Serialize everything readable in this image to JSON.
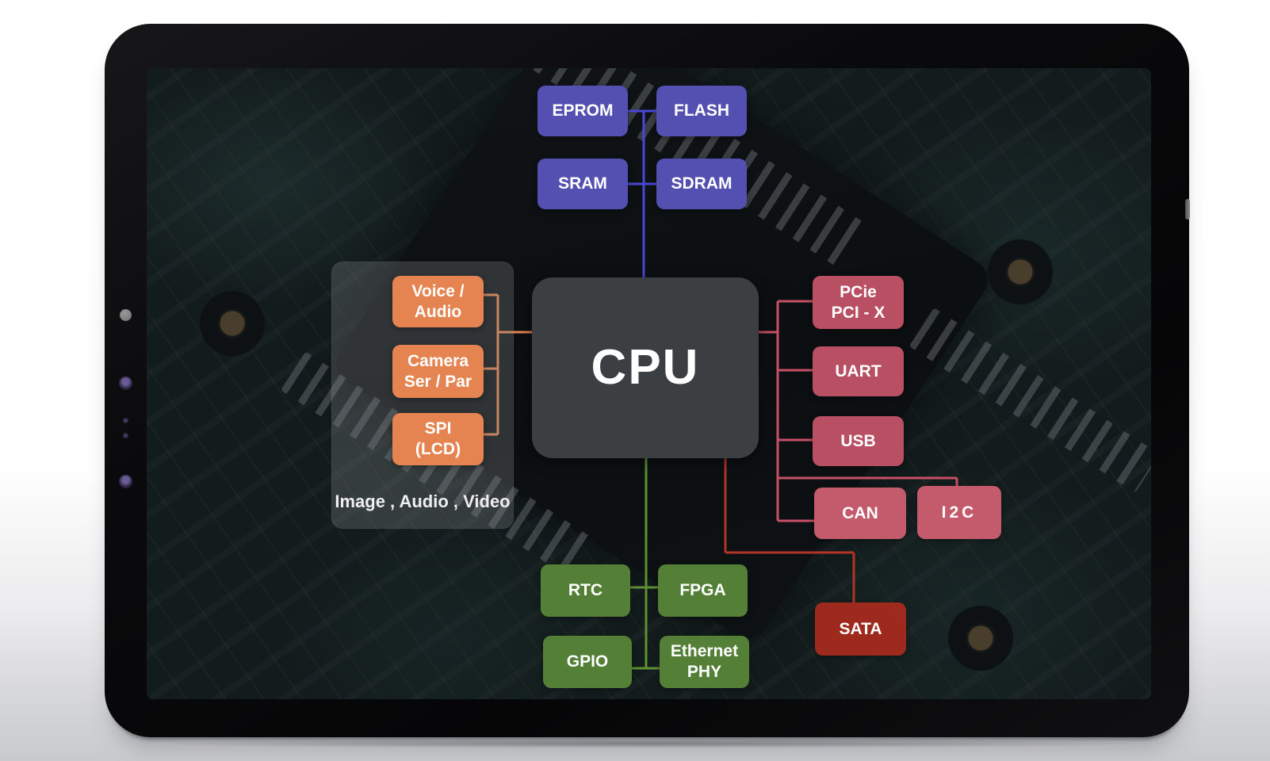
{
  "diagram": {
    "cpu_label": "CPU",
    "memory": {
      "eprom": "EPROM",
      "flash": "FLASH",
      "sram": "SRAM",
      "sdram": "SDRAM"
    },
    "media": {
      "voice_line1": "Voice /",
      "voice_line2": "Audio",
      "camera_line1": "Camera",
      "camera_line2": "Ser / Par",
      "spi_line1": "SPI",
      "spi_line2": "(LCD)",
      "caption": "Image , Audio , Video"
    },
    "io": {
      "pcie_line1": "PCie",
      "pcie_line2": "PCI - X",
      "uart": "UART",
      "usb": "USB",
      "can": "CAN",
      "i2c": "I2C",
      "sata": "SATA"
    },
    "peripherals": {
      "rtc": "RTC",
      "fpga": "FPGA",
      "gpio": "GPIO",
      "ethernet_line1": "Ethernet",
      "ethernet_line2": "PHY"
    },
    "colors": {
      "memory_box": "#5450b2",
      "media_box": "#e58450",
      "io_box": "#b84f63",
      "can_i2c_box": "#c45b6d",
      "sata_box": "#9e2a1e",
      "peripheral_box": "#537f36",
      "cpu_box": "#3b3f42",
      "memory_wire": "#4b47d6",
      "media_wire": "#e58450",
      "io_wire": "#c74f66",
      "sata_wire": "#b23328",
      "peripheral_wire": "#5f9033"
    }
  }
}
